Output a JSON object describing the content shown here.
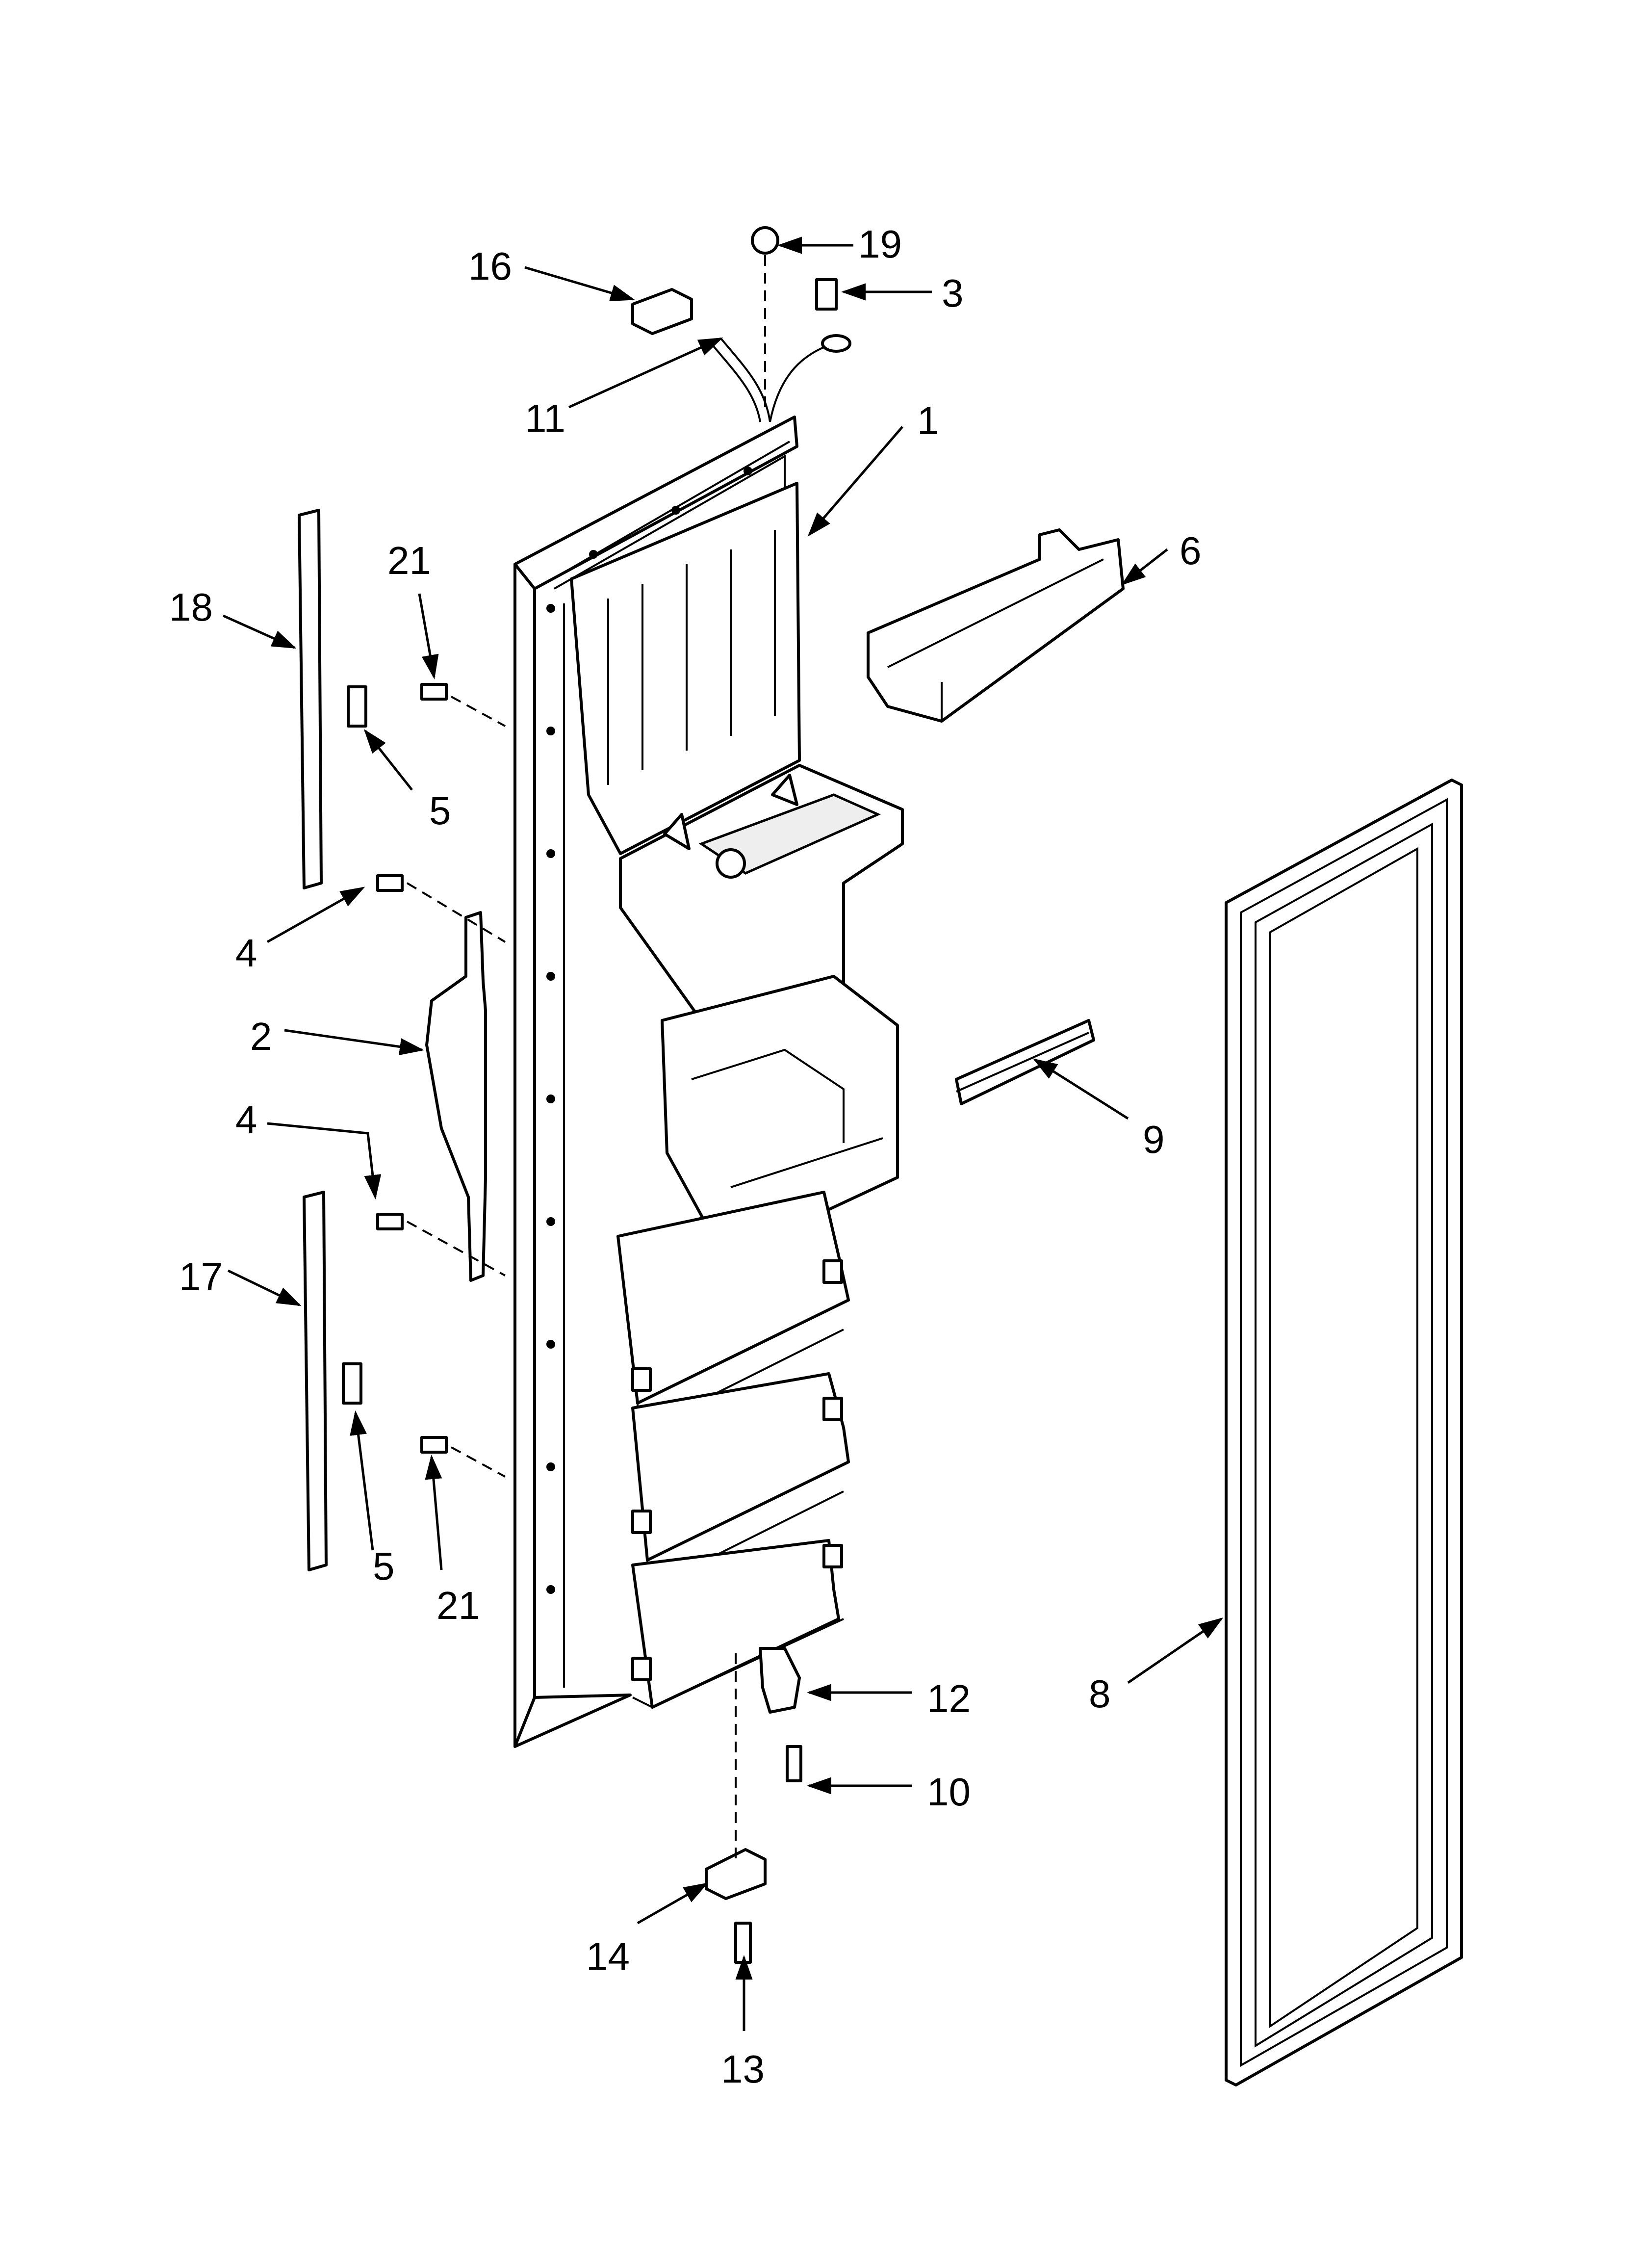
{
  "callouts": [
    {
      "id": "c1",
      "text": "1"
    },
    {
      "id": "c2",
      "text": "2"
    },
    {
      "id": "c3",
      "text": "3"
    },
    {
      "id": "c4a",
      "text": "4"
    },
    {
      "id": "c4b",
      "text": "4"
    },
    {
      "id": "c5a",
      "text": "5"
    },
    {
      "id": "c5b",
      "text": "5"
    },
    {
      "id": "c6",
      "text": "6"
    },
    {
      "id": "c8",
      "text": "8"
    },
    {
      "id": "c9",
      "text": "9"
    },
    {
      "id": "c10",
      "text": "10"
    },
    {
      "id": "c11",
      "text": "11"
    },
    {
      "id": "c12",
      "text": "12"
    },
    {
      "id": "c13",
      "text": "13"
    },
    {
      "id": "c14",
      "text": "14"
    },
    {
      "id": "c16",
      "text": "16"
    },
    {
      "id": "c17",
      "text": "17"
    },
    {
      "id": "c18",
      "text": "18"
    },
    {
      "id": "c19",
      "text": "19"
    },
    {
      "id": "c21a",
      "text": "21"
    },
    {
      "id": "c21b",
      "text": "21"
    }
  ]
}
